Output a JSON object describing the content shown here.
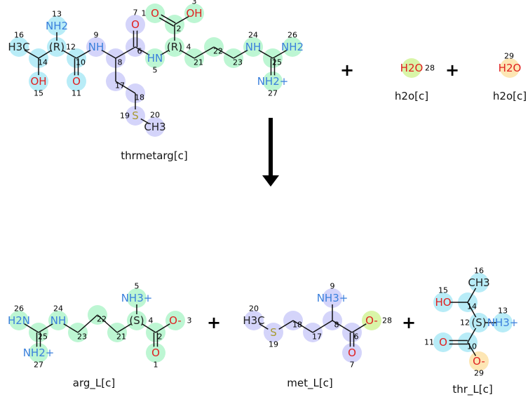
{
  "colors": {
    "thr": "#b8ecf7",
    "met": "#d4d4fa",
    "arg": "#bdf6d3",
    "w28": "#d9f5a8",
    "w29": "#fde6b4",
    "N": "#3a7fdc",
    "O": "#e02020",
    "S": "#a89a30",
    "C": "#222"
  },
  "reaction": {
    "plus": "+",
    "arrow": "reaction-arrow"
  },
  "molecules": [
    {
      "id": "thrmetarg",
      "name": "thrmetarg[c]",
      "atoms": [
        {
          "n": "16",
          "t": "H3C",
          "g": "thr"
        },
        {
          "n": "14",
          "t": "",
          "g": "thr"
        },
        {
          "n": "15",
          "t": "OH",
          "g": "thr"
        },
        {
          "n": "12",
          "t": "(R)",
          "g": "thr"
        },
        {
          "n": "13",
          "t": "NH2",
          "g": "thr"
        },
        {
          "n": "10",
          "t": "",
          "g": "thr"
        },
        {
          "n": "11",
          "t": "O",
          "g": "thr"
        },
        {
          "n": "9",
          "t": "NH",
          "g": "met"
        },
        {
          "n": "8",
          "t": "",
          "g": "met"
        },
        {
          "n": "17",
          "t": "",
          "g": "met"
        },
        {
          "n": "18",
          "t": "",
          "g": "met"
        },
        {
          "n": "19",
          "t": "S",
          "g": "met"
        },
        {
          "n": "20",
          "t": "CH3",
          "g": "met"
        },
        {
          "n": "6",
          "t": "",
          "g": "met"
        },
        {
          "n": "7",
          "t": "O",
          "g": "met"
        },
        {
          "n": "5",
          "t": "HN",
          "g": "arg"
        },
        {
          "n": "4",
          "t": "(R)",
          "g": "arg"
        },
        {
          "n": "2",
          "t": "",
          "g": "arg"
        },
        {
          "n": "1",
          "t": "O",
          "g": "arg"
        },
        {
          "n": "3",
          "t": "OH",
          "g": "arg"
        },
        {
          "n": "21",
          "t": "",
          "g": "arg"
        },
        {
          "n": "22",
          "t": "",
          "g": "arg"
        },
        {
          "n": "23",
          "t": "",
          "g": "arg"
        },
        {
          "n": "24",
          "t": "NH",
          "g": "arg"
        },
        {
          "n": "25",
          "t": "",
          "g": "arg"
        },
        {
          "n": "26",
          "t": "NH2",
          "g": "arg"
        },
        {
          "n": "27",
          "t": "NH2+",
          "g": "arg"
        }
      ]
    },
    {
      "id": "h2o_a",
      "name": "h2o[c]",
      "atoms": [
        {
          "n": "28",
          "t": "H2O",
          "g": "w28"
        }
      ]
    },
    {
      "id": "h2o_b",
      "name": "h2o[c]",
      "atoms": [
        {
          "n": "29",
          "t": "H2O",
          "g": "w29"
        }
      ]
    },
    {
      "id": "arg_L",
      "name": "arg_L[c]",
      "atoms": [
        {
          "n": "26",
          "t": "H2N",
          "g": "arg"
        },
        {
          "n": "25",
          "t": "",
          "g": "arg"
        },
        {
          "n": "27",
          "t": "NH2+",
          "g": "arg"
        },
        {
          "n": "24",
          "t": "NH",
          "g": "arg"
        },
        {
          "n": "23",
          "t": "",
          "g": "arg"
        },
        {
          "n": "22",
          "t": "",
          "g": "arg"
        },
        {
          "n": "21",
          "t": "",
          "g": "arg"
        },
        {
          "n": "4",
          "t": "(S)",
          "g": "arg"
        },
        {
          "n": "5",
          "t": "NH3+",
          "g": "arg"
        },
        {
          "n": "2",
          "t": "",
          "g": "arg"
        },
        {
          "n": "1",
          "t": "O",
          "g": "arg"
        },
        {
          "n": "3",
          "t": "O-",
          "g": "arg"
        }
      ]
    },
    {
      "id": "met_L",
      "name": "met_L[c]",
      "atoms": [
        {
          "n": "20",
          "t": "H3C",
          "g": "met"
        },
        {
          "n": "19",
          "t": "S",
          "g": "met"
        },
        {
          "n": "18",
          "t": "",
          "g": "met"
        },
        {
          "n": "17",
          "t": "",
          "g": "met"
        },
        {
          "n": "8",
          "t": "",
          "g": "met"
        },
        {
          "n": "9",
          "t": "NH3+",
          "g": "met"
        },
        {
          "n": "6",
          "t": "",
          "g": "met"
        },
        {
          "n": "7",
          "t": "O",
          "g": "met"
        },
        {
          "n": "28",
          "t": "O-",
          "g": "w28"
        }
      ]
    },
    {
      "id": "thr_L",
      "name": "thr_L[c]",
      "atoms": [
        {
          "n": "16",
          "t": "CH3",
          "g": "thr"
        },
        {
          "n": "14",
          "t": "",
          "g": "thr"
        },
        {
          "n": "15",
          "t": "HO",
          "g": "thr"
        },
        {
          "n": "12",
          "t": "(S)",
          "g": "thr"
        },
        {
          "n": "13",
          "t": "NH3+",
          "g": "thr"
        },
        {
          "n": "10",
          "t": "",
          "g": "thr"
        },
        {
          "n": "11",
          "t": "O",
          "g": "thr"
        },
        {
          "n": "29",
          "t": "O-",
          "g": "w29"
        }
      ]
    }
  ]
}
